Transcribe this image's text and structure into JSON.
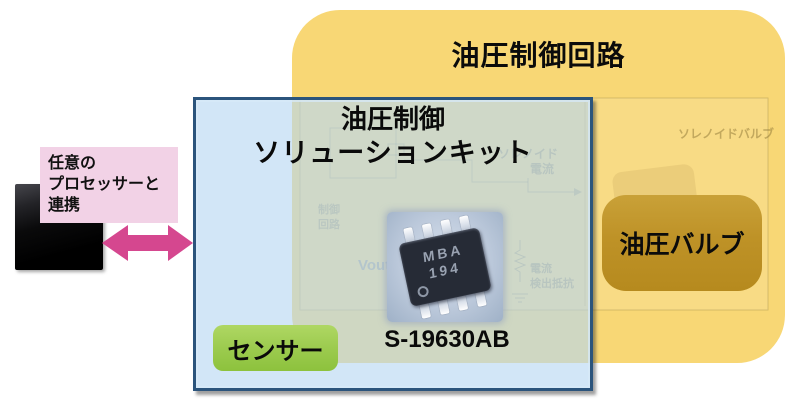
{
  "outer_panel": {
    "title": "油圧制御回路",
    "valve_label": "油圧バルブ"
  },
  "kit_panel": {
    "title_line1": "油圧制御",
    "title_line2": "ソリューションキット",
    "part_number": "S-19630AB",
    "sensor_label": "センサー",
    "chip_marking_line1": "MBA",
    "chip_marking_line2": "194"
  },
  "processor": {
    "note_line1": "任意の",
    "note_line2": "プロセッサーと",
    "note_line3": "連携"
  },
  "background_diagram": {
    "solenoid_valve": "ソレノイドバルブ",
    "solenoid_current_line1": "ソレノイド",
    "solenoid_current_line2": "電流",
    "control_circuit_line1": "制御",
    "control_circuit_line2": "回路",
    "vout": "Vout",
    "sense_resistor_line1": "電流",
    "sense_resistor_line2": "検出抵抗"
  },
  "colors": {
    "panel_yellow": "#F8D775",
    "valve_gold": "#BE9227",
    "kit_border_blue": "#2B547C",
    "sensor_green": "#9CCB4F",
    "note_pink": "#F2D2E6",
    "arrow_magenta": "#D5478F"
  }
}
